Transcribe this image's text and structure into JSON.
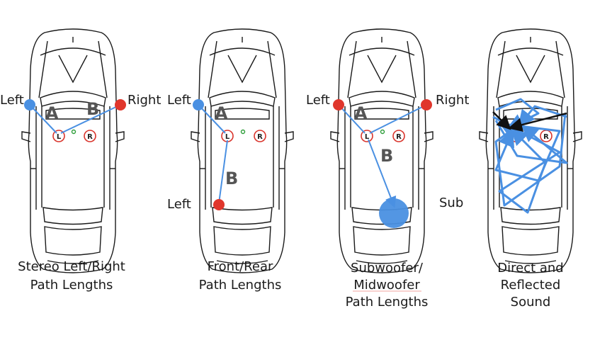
{
  "colors": {
    "blue": "#4a90e2",
    "red": "#e0362c",
    "outline": "#1a1a1a",
    "seat_ring": "#d9332b",
    "mic": "#2e9e3a",
    "arrow_dark": "#111111"
  },
  "panels": [
    {
      "id": "stereo",
      "caption_lines": [
        "Stereo Left/Right",
        "Path Lengths"
      ],
      "speaker_labels": [
        "Left",
        "Right"
      ],
      "path_labels": [
        "A",
        "B"
      ],
      "seat_labels": [
        "L",
        "R"
      ]
    },
    {
      "id": "front-rear",
      "caption_lines": [
        "Front/Rear",
        "Path Lengths"
      ],
      "speaker_labels": [
        "Left",
        "Left"
      ],
      "path_labels": [
        "A",
        "B"
      ],
      "seat_labels": [
        "L",
        "R"
      ]
    },
    {
      "id": "subwoofer",
      "caption_lines": [
        "Subwoofer/",
        "Midwoofer",
        "Path Lengths"
      ],
      "speaker_labels": [
        "Left",
        "Right",
        "Sub"
      ],
      "path_labels": [
        "A",
        "B"
      ],
      "seat_labels": [
        "L",
        "R"
      ]
    },
    {
      "id": "reflected",
      "caption_lines": [
        "Direct and",
        "Reflected",
        "Sound"
      ],
      "seat_labels": [
        "L",
        "R"
      ]
    }
  ]
}
